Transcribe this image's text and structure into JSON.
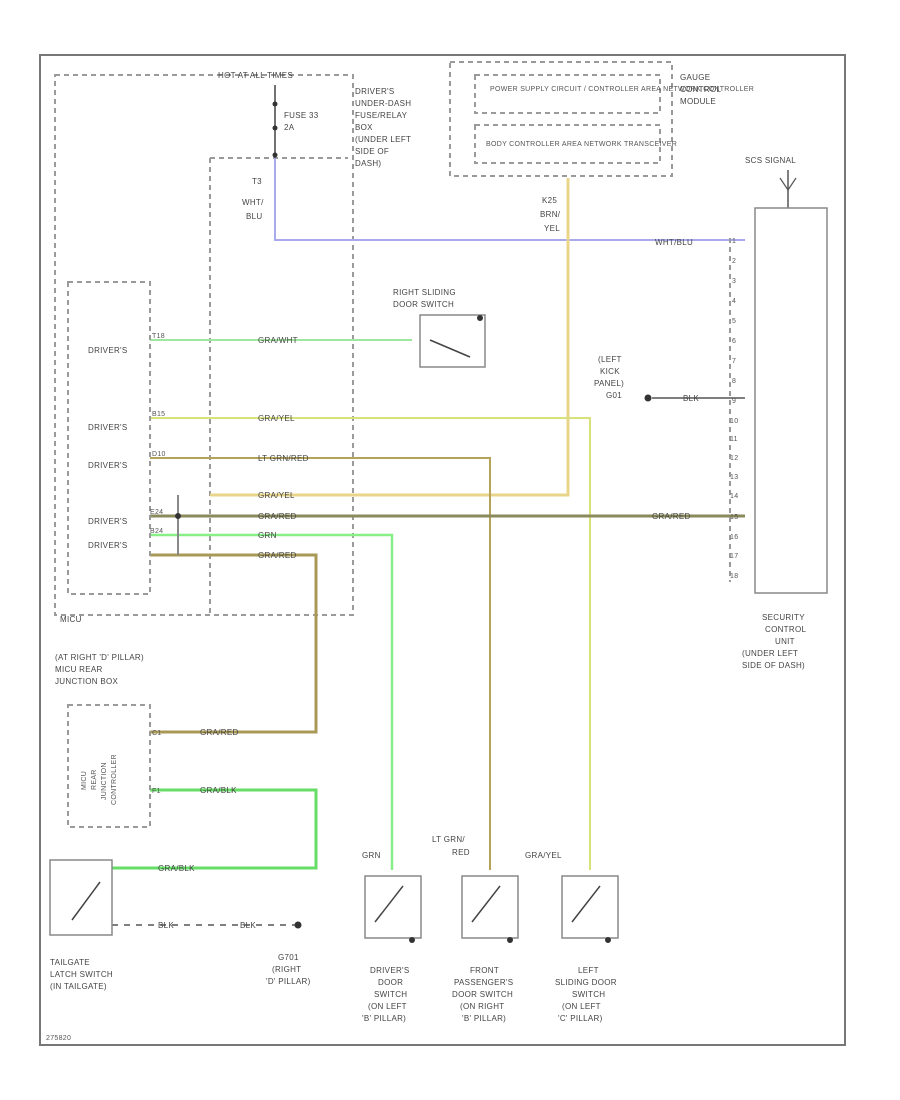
{
  "colors": {
    "wht_blu": "#a9a9ee",
    "gra_wht": "#9ee89e",
    "gra_yel": "#d8e27a",
    "lt_grn_red": "#b5a35a",
    "yel": "#f0e4a0",
    "gra_red": "#8a8a5a",
    "grn": "#88ee88",
    "gra_blk": "#66dd66"
  },
  "header": {
    "hot_label": "HOT AT ALL TIMES",
    "fuse_label": [
      "FUSE 33",
      "2A"
    ],
    "fuse_box_label": [
      "DRIVER'S",
      "UNDER-DASH",
      "FUSE/RELAY",
      "BOX",
      "(UNDER LEFT",
      "SIDE OF",
      "DASH)"
    ],
    "pcm_area": "POWER SUPPLY CIRCUIT / CONTROLLER AREA NETWORK CONTROLLER",
    "body_area": "BODY CONTROLLER AREA NETWORK TRANSCEIVER",
    "gauge_module": [
      "GAUGE",
      "CONTROL",
      "MODULE"
    ],
    "t3_label": [
      "T3",
      "WHT/",
      "BLU"
    ],
    "k25_label": [
      "K25",
      "BRN/",
      "YEL"
    ],
    "scs_label": "SCS SIGNAL",
    "wht_blu_label": "WHT/BLU"
  },
  "micu": {
    "title": "MICU",
    "labels": [
      "DRIVER'S",
      "DRIVER'S",
      "DRIVER'S",
      "DRIVER'S",
      "DRIVER'S"
    ],
    "pins": [
      "T18",
      "B15",
      "D10",
      "E24",
      "B24"
    ]
  },
  "wires": {
    "w1": "GRA/WHT",
    "w2": "GRA/YEL",
    "w3": "LT GRN/RED",
    "w4": "GRA/YEL",
    "w5": "GRA/RED",
    "w6": "GRN",
    "w7": "GRA/RED",
    "w8": "GRA/RED",
    "w9": "GRA/BLK",
    "w10": "GRA/BLK",
    "w11": "BLK",
    "w12": "BLK",
    "w13": "GRA/RED"
  },
  "right_sliding": [
    "RIGHT SLIDING",
    "DOOR SWITCH"
  ],
  "kick_ground": [
    "(LEFT",
    "KICK",
    "PANEL)",
    "G01"
  ],
  "security_unit": {
    "pins": [
      "1",
      "2",
      "3",
      "4",
      "5",
      "6",
      "7",
      "8",
      "9",
      "10",
      "11",
      "12",
      "13",
      "14",
      "15",
      "16",
      "17",
      "18"
    ],
    "label": [
      "SECURITY",
      "CONTROL",
      "UNIT",
      "(UNDER LEFT",
      "SIDE OF DASH)"
    ]
  },
  "junction": {
    "title": [
      "(AT RIGHT 'D' PILLAR)",
      "MICU REAR",
      "JUNCTION BOX"
    ],
    "inner": [
      "MICU",
      "REAR",
      "JUNCTION",
      "CONTROLLER"
    ],
    "pins": [
      "C1",
      "F1"
    ]
  },
  "tailgate": {
    "label": [
      "TAILGATE",
      "LATCH SWITCH",
      "(IN TAILGATE)"
    ]
  },
  "ground": [
    "G701",
    "(RIGHT",
    "'D' PILLAR)"
  ],
  "switches": [
    {
      "wire": [
        "GRN"
      ],
      "label": [
        "DRIVER'S",
        "DOOR",
        "SWITCH",
        "(ON LEFT",
        "'B' PILLAR)"
      ]
    },
    {
      "wire": [
        "LT GRN/",
        "RED"
      ],
      "label": [
        "FRONT",
        "PASSENGER'S",
        "DOOR SWITCH",
        "(ON RIGHT",
        "'B' PILLAR)"
      ]
    },
    {
      "wire": [
        "GRA/YEL"
      ],
      "label": [
        "LEFT",
        "SLIDING DOOR",
        "SWITCH",
        "(ON LEFT",
        "'C' PILLAR)"
      ]
    }
  ],
  "footer_code": "275820"
}
